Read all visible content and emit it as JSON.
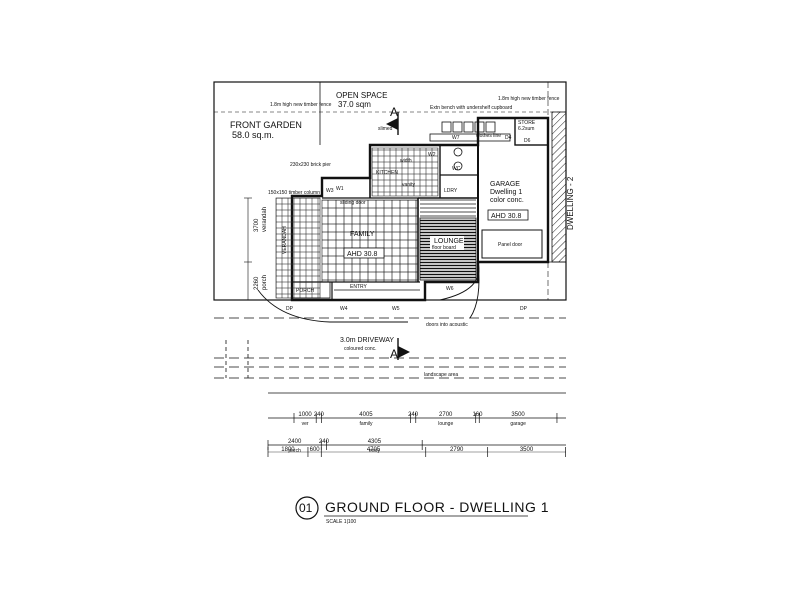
{
  "drawing": {
    "number": "01",
    "title": "GROUND FLOOR - DWELLING 1",
    "scale": "SCALE 1|100",
    "section_marker": "A"
  },
  "areas": {
    "front_garden": {
      "name": "FRONT GARDEN",
      "area": "58.0 sq.m."
    },
    "open_space": {
      "name": "OPEN SPACE",
      "area": "37.0 sqm"
    },
    "garage": {
      "name": "GARAGE",
      "sub": "Dwelling 1",
      "finish": "color conc.",
      "ahd": "AHD 30.8",
      "door": "Panel door"
    },
    "family": {
      "name": "FAMILY",
      "ahd": "AHD 30.8"
    },
    "lounge": {
      "name": "LOUNGE",
      "finish": "floor board"
    },
    "kitchen": {
      "name": "KITCHEN"
    },
    "laundry": {
      "name": "LDRY"
    },
    "wc": {
      "name": "WC"
    },
    "porch": {
      "name": "PORCH"
    },
    "entry": {
      "name": "ENTRY"
    },
    "store": {
      "name": "STORE",
      "area": "6.2sum"
    },
    "driveway": {
      "name": "3.0m DRIVEWAY",
      "finish": "coloured conc."
    },
    "landscape": {
      "name": "landscape area"
    },
    "dwelling2": {
      "name": "DWELLING - 2"
    },
    "verandah": {
      "name": "VERANDAH"
    }
  },
  "notes": {
    "fence_left": "1.8m high new timber fence",
    "fence_right": "1.8m high new timber fence",
    "bench": "Extn bench with undershelf cupboard",
    "shed": "slimed",
    "brick_pier": "230x230 brick pier",
    "timber_column": "150x150 timber column",
    "clothes_line": "clothes line",
    "sliding_door": "sliding door",
    "vanity": "vanity",
    "acoustic": "doors into acoustic",
    "width_label": "width",
    "dp": "DP",
    "dim_3700": "3700",
    "dim_2260": "2260",
    "verandah_v": "verandah",
    "porch_v": "porch"
  },
  "labels": {
    "w1": "W1",
    "w2": "W2",
    "w3": "W3",
    "w4": "W4",
    "w5": "W5",
    "w6": "W6",
    "w7": "W7",
    "d4": "D4",
    "d6": "D6"
  },
  "dimensions": {
    "row1": [
      {
        "value": "1000",
        "label": "ver"
      },
      {
        "value": "240",
        "label": ""
      },
      {
        "value": "4005",
        "label": "family"
      },
      {
        "value": "240",
        "label": ""
      },
      {
        "value": "2700",
        "label": "lounge"
      },
      {
        "value": "160",
        "label": ""
      },
      {
        "value": "3500",
        "label": "garage"
      }
    ],
    "row2": [
      {
        "value": "2400",
        "label": "porch"
      },
      {
        "value": "240",
        "label": ""
      },
      {
        "value": "4305",
        "label": "entry"
      }
    ],
    "row3": [
      {
        "value": "1800",
        "label": ""
      },
      {
        "value": "600",
        "label": ""
      },
      {
        "value": "4705",
        "label": ""
      },
      {
        "value": "2790",
        "label": ""
      },
      {
        "value": "3500",
        "label": ""
      }
    ]
  }
}
